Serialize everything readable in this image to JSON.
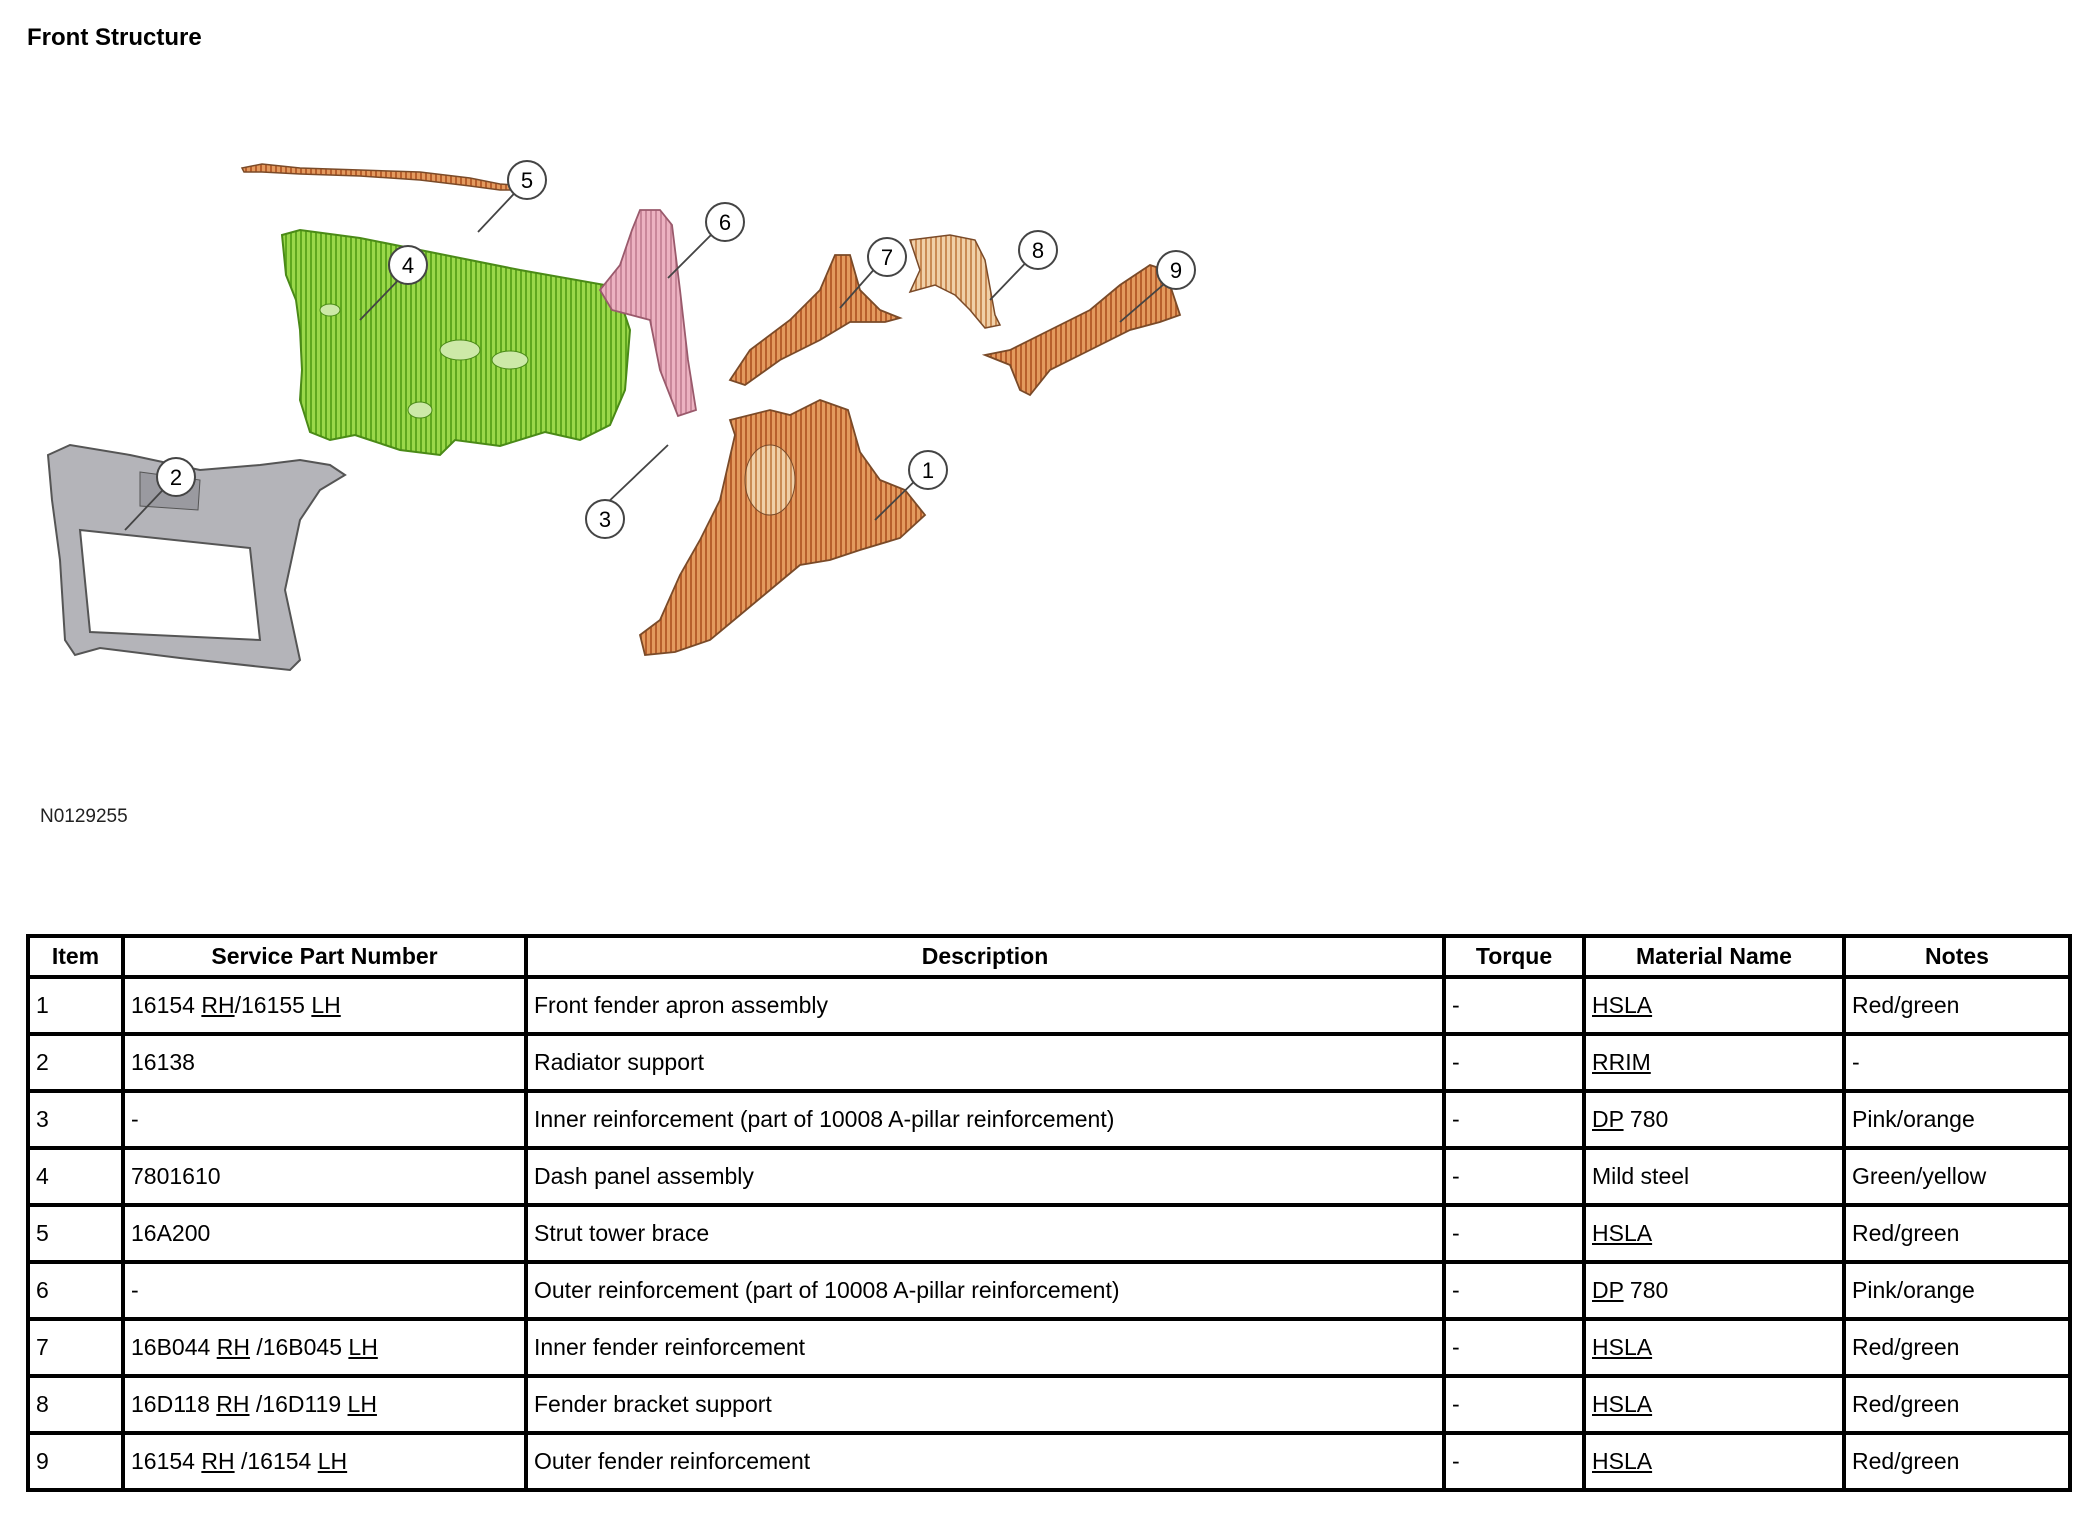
{
  "page_title": "Front Structure",
  "figure_id": "N0129255",
  "callouts": [
    "1",
    "2",
    "3",
    "4",
    "5",
    "6",
    "7",
    "8",
    "9"
  ],
  "colors": {
    "green_part": "#8fd23a",
    "orange_part": "#d9874a",
    "pink_part": "#e7a5b6",
    "gray_part": "#a9a9ad",
    "beige_part": "#e8c49a"
  },
  "table": {
    "headers": {
      "item": "Item",
      "spn": "Service Part Number",
      "description": "Description",
      "torque": "Torque",
      "material": "Material Name",
      "notes": "Notes"
    },
    "rows": [
      {
        "item": "1",
        "spn_a": "16154 ",
        "spn_a_u": "RH",
        "spn_b": "/16155 ",
        "spn_b_u": "LH",
        "description": "Front fender apron assembly",
        "torque": "-",
        "mat_u": "HSLA",
        "mat_rest": "",
        "notes": "Red/green"
      },
      {
        "item": "2",
        "spn_a": "16138",
        "spn_a_u": "",
        "spn_b": "",
        "spn_b_u": "",
        "description": "Radiator support",
        "torque": "-",
        "mat_u": "RRIM",
        "mat_rest": "",
        "notes": "-"
      },
      {
        "item": "3",
        "spn_a": "-",
        "spn_a_u": "",
        "spn_b": "",
        "spn_b_u": "",
        "description": "Inner reinforcement (part of 10008 A-pillar reinforcement)",
        "torque": "-",
        "mat_u": "DP",
        "mat_rest": " 780",
        "notes": "Pink/orange"
      },
      {
        "item": "4",
        "spn_a": "7801610",
        "spn_a_u": "",
        "spn_b": "",
        "spn_b_u": "",
        "description": "Dash panel assembly",
        "torque": "-",
        "mat_u": "",
        "mat_rest": "Mild steel",
        "notes": "Green/yellow"
      },
      {
        "item": "5",
        "spn_a": "16A200",
        "spn_a_u": "",
        "spn_b": "",
        "spn_b_u": "",
        "description": "Strut tower brace",
        "torque": "-",
        "mat_u": "HSLA",
        "mat_rest": "",
        "notes": "Red/green"
      },
      {
        "item": "6",
        "spn_a": "-",
        "spn_a_u": "",
        "spn_b": "",
        "spn_b_u": "",
        "description": "Outer reinforcement (part of 10008 A-pillar reinforcement)",
        "torque": "-",
        "mat_u": "DP",
        "mat_rest": " 780",
        "notes": "Pink/orange"
      },
      {
        "item": "7",
        "spn_a": "16B044 ",
        "spn_a_u": "RH",
        "spn_b": " /16B045 ",
        "spn_b_u": "LH",
        "description": "Inner fender reinforcement",
        "torque": "-",
        "mat_u": "HSLA",
        "mat_rest": "",
        "notes": "Red/green"
      },
      {
        "item": "8",
        "spn_a": "16D118 ",
        "spn_a_u": "RH",
        "spn_b": " /16D119 ",
        "spn_b_u": "LH",
        "description": "Fender bracket support",
        "torque": "-",
        "mat_u": "HSLA",
        "mat_rest": "",
        "notes": "Red/green"
      },
      {
        "item": "9",
        "spn_a": "16154 ",
        "spn_a_u": "RH",
        "spn_b": " /16154 ",
        "spn_b_u": "LH",
        "description": "Outer fender reinforcement",
        "torque": "-",
        "mat_u": "HSLA",
        "mat_rest": "",
        "notes": "Red/green"
      }
    ]
  }
}
